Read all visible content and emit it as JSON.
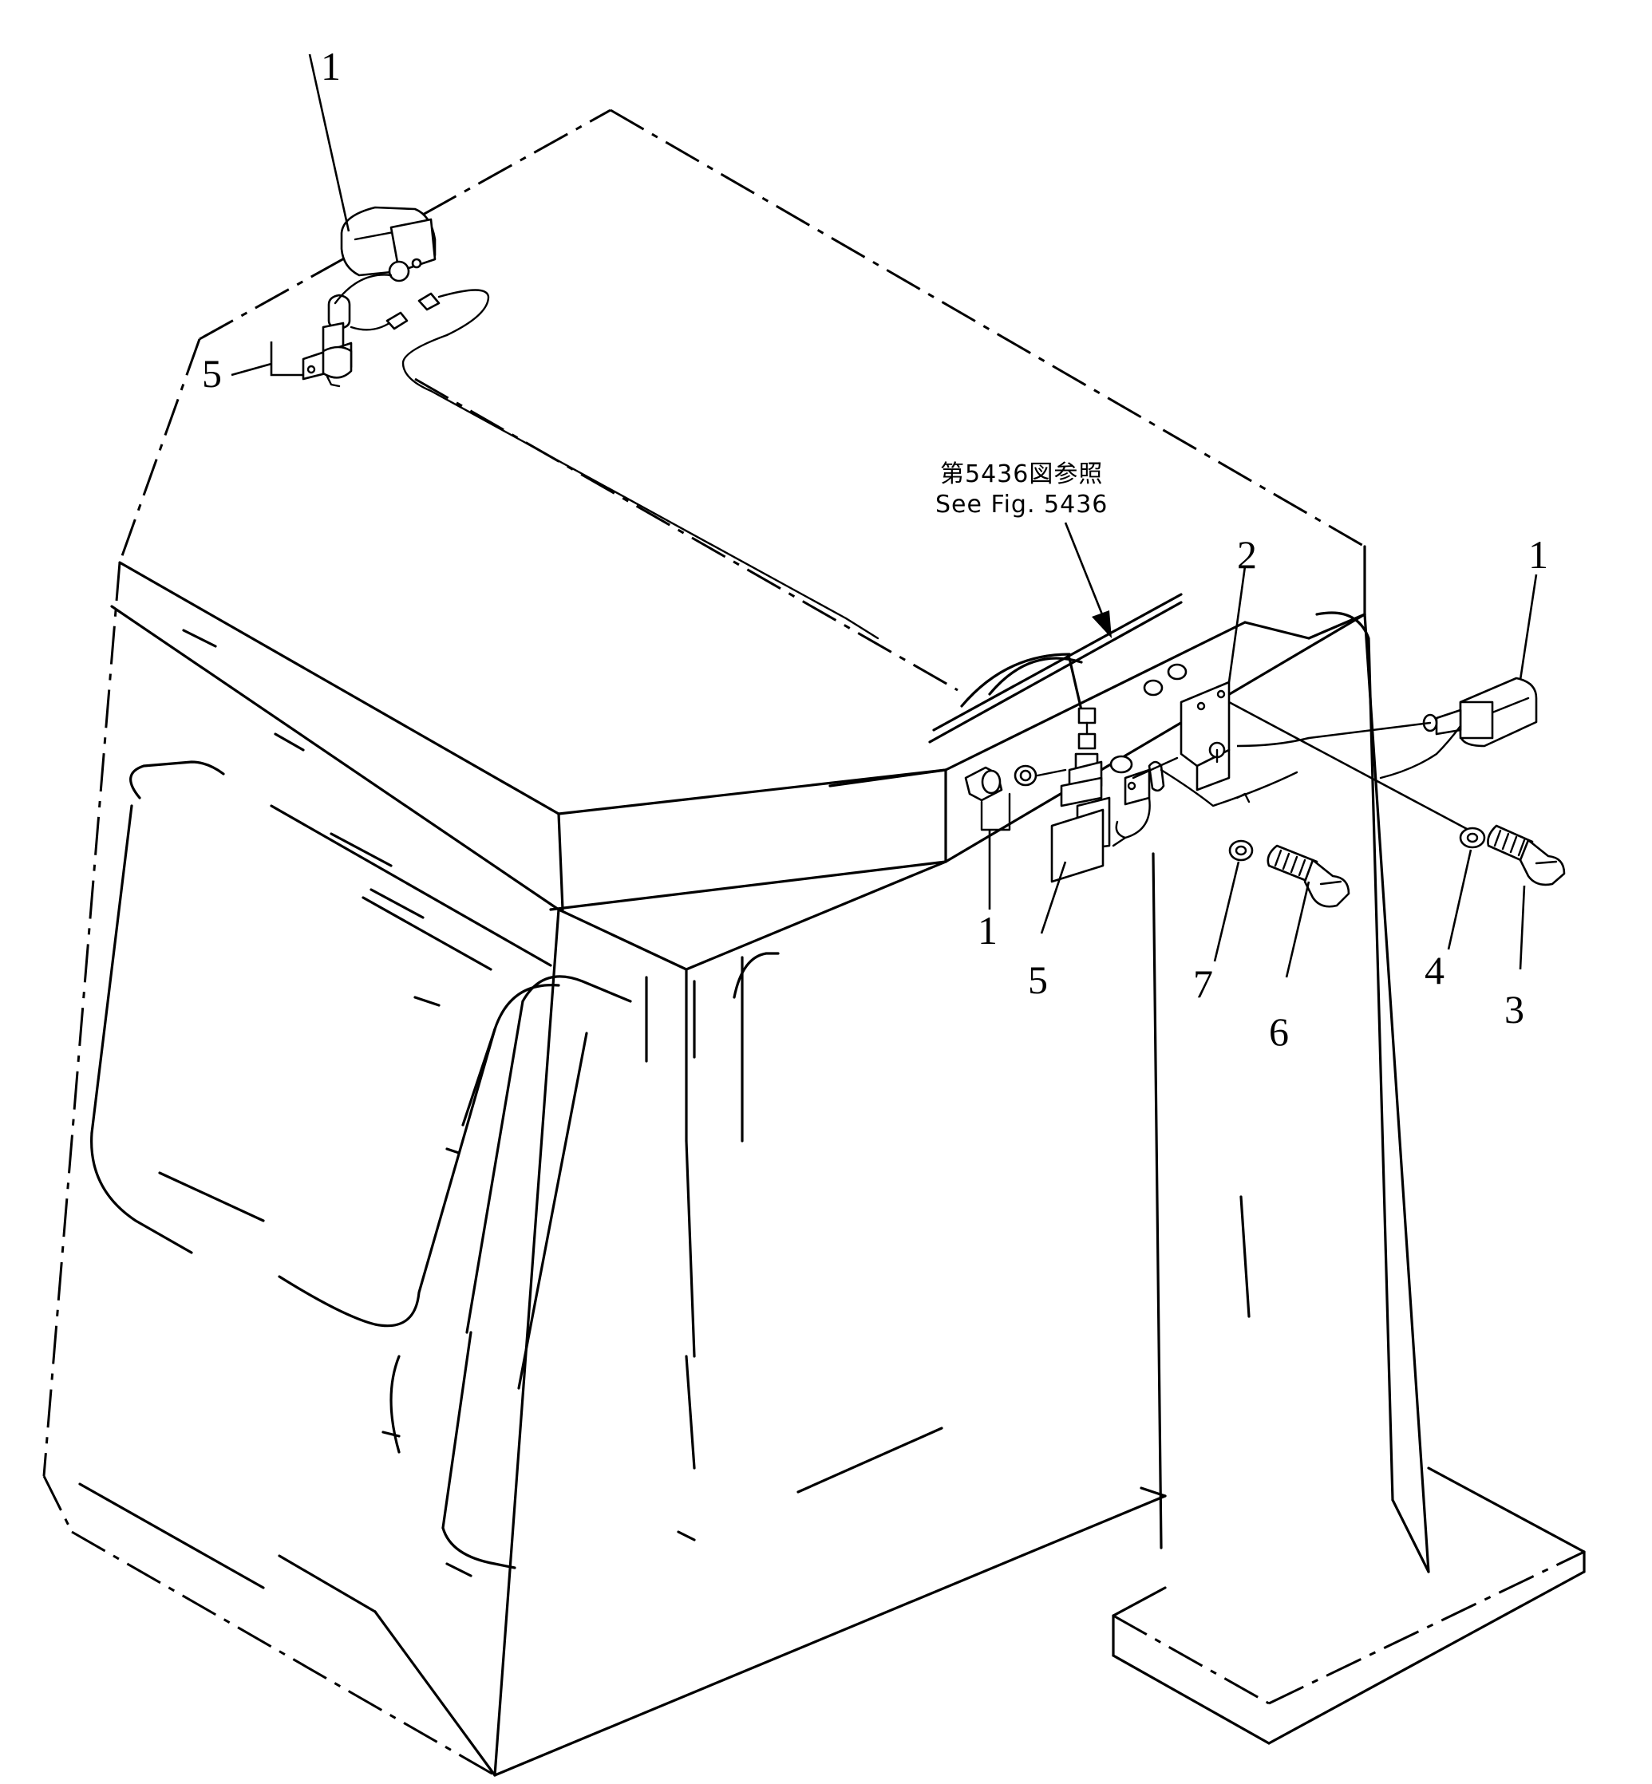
{
  "reference_note": {
    "line_jp": "第5436図参照",
    "line_en": "See Fig. 5436"
  },
  "callouts": {
    "c1_top": "1",
    "c5_top": "5",
    "c2": "2",
    "c1_right": "1",
    "c1_mid": "1",
    "c5_mid": "5",
    "c7": "7",
    "c6": "6",
    "c4": "4",
    "c3": "3"
  },
  "colors": {
    "line": "#000000",
    "background": "#ffffff"
  }
}
